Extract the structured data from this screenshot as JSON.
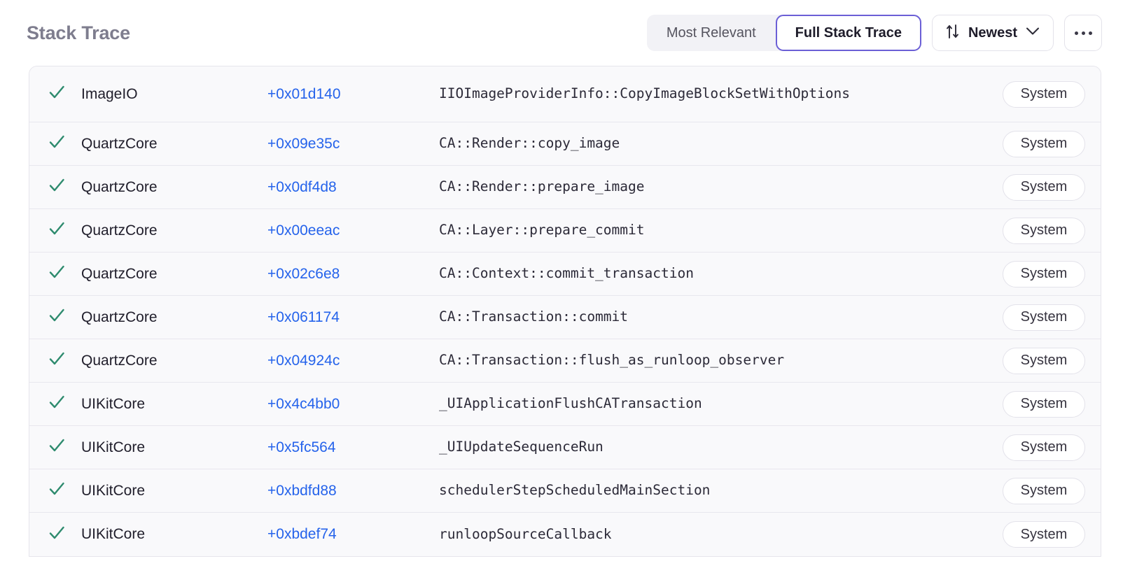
{
  "header": {
    "title": "Stack Trace",
    "segmented": {
      "options": [
        {
          "label": "Most Relevant",
          "active": false
        },
        {
          "label": "Full Stack Trace",
          "active": true
        }
      ]
    },
    "sort": {
      "icon": "sort-arrows-icon",
      "label": "Newest",
      "chevron": "chevron-down-icon"
    },
    "more": {
      "icon": "ellipsis-icon",
      "label": "..."
    }
  },
  "accent_colors": {
    "active_border": "#6b5fd6",
    "address_link": "#2563eb",
    "check": "#2e8b6e",
    "title": "#7e7d8e",
    "row_bg": "#f9f9fb",
    "row_divider": "#e8e7ee"
  },
  "frames": [
    {
      "status_icon": "check-icon",
      "binary": "ImageIO",
      "address": "+0x01d140",
      "symbol": "IIOImageProviderInfo::CopyImageBlockSetWithOptions",
      "badge": "System"
    },
    {
      "status_icon": "check-icon",
      "binary": "QuartzCore",
      "address": "+0x09e35c",
      "symbol": "CA::Render::copy_image",
      "badge": "System"
    },
    {
      "status_icon": "check-icon",
      "binary": "QuartzCore",
      "address": "+0x0df4d8",
      "symbol": "CA::Render::prepare_image",
      "badge": "System"
    },
    {
      "status_icon": "check-icon",
      "binary": "QuartzCore",
      "address": "+0x00eeac",
      "symbol": "CA::Layer::prepare_commit",
      "badge": "System"
    },
    {
      "status_icon": "check-icon",
      "binary": "QuartzCore",
      "address": "+0x02c6e8",
      "symbol": "CA::Context::commit_transaction",
      "badge": "System"
    },
    {
      "status_icon": "check-icon",
      "binary": "QuartzCore",
      "address": "+0x061174",
      "symbol": "CA::Transaction::commit",
      "badge": "System"
    },
    {
      "status_icon": "check-icon",
      "binary": "QuartzCore",
      "address": "+0x04924c",
      "symbol": "CA::Transaction::flush_as_runloop_observer",
      "badge": "System"
    },
    {
      "status_icon": "check-icon",
      "binary": "UIKitCore",
      "address": "+0x4c4bb0",
      "symbol": "_UIApplicationFlushCATransaction",
      "badge": "System"
    },
    {
      "status_icon": "check-icon",
      "binary": "UIKitCore",
      "address": "+0x5fc564",
      "symbol": "_UIUpdateSequenceRun",
      "badge": "System"
    },
    {
      "status_icon": "check-icon",
      "binary": "UIKitCore",
      "address": "+0xbdfd88",
      "symbol": "schedulerStepScheduledMainSection",
      "badge": "System"
    },
    {
      "status_icon": "check-icon",
      "binary": "UIKitCore",
      "address": "+0xbdef74",
      "symbol": "runloopSourceCallback",
      "badge": "System"
    }
  ]
}
